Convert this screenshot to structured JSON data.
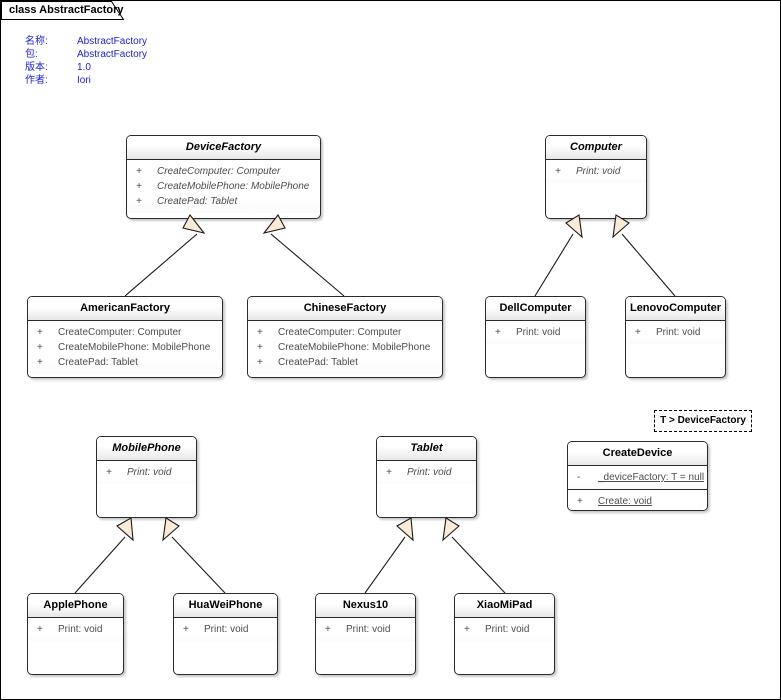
{
  "frame": {
    "tab_label": "class AbstractFactory"
  },
  "meta": {
    "rows": [
      {
        "key": "名称:",
        "value": "AbstractFactory"
      },
      {
        "key": "包:",
        "value": "AbstractFactory"
      },
      {
        "key": "版本:",
        "value": "1.0"
      },
      {
        "key": "作者:",
        "value": "Iori"
      }
    ]
  },
  "colors": {
    "meta_text": "#2222cc",
    "box_border": "#2b2b2b",
    "member_text": "#4d4d4d",
    "arrow_fill": "#faebd7",
    "connector": "#1a1a1a"
  },
  "classes": {
    "device_factory": {
      "name": "DeviceFactory",
      "abstract": true,
      "members": [
        {
          "visibility": "+",
          "text": "CreateComputer: Computer",
          "italic": true,
          "static": false
        },
        {
          "visibility": "+",
          "text": "CreateMobilePhone: MobilePhone",
          "italic": true,
          "static": false
        },
        {
          "visibility": "+",
          "text": "CreatePad: Tablet",
          "italic": true,
          "static": false
        }
      ]
    },
    "computer": {
      "name": "Computer",
      "abstract": true,
      "members": [
        {
          "visibility": "+",
          "text": "Print: void",
          "italic": true,
          "static": false
        }
      ]
    },
    "american_factory": {
      "name": "AmericanFactory",
      "abstract": false,
      "members": [
        {
          "visibility": "+",
          "text": "CreateComputer: Computer",
          "italic": false,
          "static": false
        },
        {
          "visibility": "+",
          "text": "CreateMobilePhone: MobilePhone",
          "italic": false,
          "static": false
        },
        {
          "visibility": "+",
          "text": "CreatePad: Tablet",
          "italic": false,
          "static": false
        }
      ]
    },
    "chinese_factory": {
      "name": "ChineseFactory",
      "abstract": false,
      "members": [
        {
          "visibility": "+",
          "text": "CreateComputer: Computer",
          "italic": false,
          "static": false
        },
        {
          "visibility": "+",
          "text": "CreateMobilePhone: MobilePhone",
          "italic": false,
          "static": false
        },
        {
          "visibility": "+",
          "text": "CreatePad: Tablet",
          "italic": false,
          "static": false
        }
      ]
    },
    "dell_computer": {
      "name": "DellComputer",
      "abstract": false,
      "members": [
        {
          "visibility": "+",
          "text": "Print: void",
          "italic": false,
          "static": false
        }
      ]
    },
    "lenovo_computer": {
      "name": "LenovoComputer",
      "abstract": false,
      "members": [
        {
          "visibility": "+",
          "text": "Print: void",
          "italic": false,
          "static": false
        }
      ]
    },
    "mobile_phone": {
      "name": "MobilePhone",
      "abstract": true,
      "members": [
        {
          "visibility": "+",
          "text": "Print: void",
          "italic": true,
          "static": false
        }
      ]
    },
    "tablet": {
      "name": "Tablet",
      "abstract": true,
      "members": [
        {
          "visibility": "+",
          "text": "Print: void",
          "italic": true,
          "static": false
        }
      ]
    },
    "create_device": {
      "name": "CreateDevice",
      "abstract": false,
      "template_parameter": "T > DeviceFactory",
      "attributes": [
        {
          "visibility": "-",
          "text": "_deviceFactory: T = null",
          "italic": false,
          "static": true
        }
      ],
      "operations": [
        {
          "visibility": "+",
          "text": "Create: void",
          "italic": false,
          "static": true
        }
      ]
    },
    "apple_phone": {
      "name": "ApplePhone",
      "abstract": false,
      "members": [
        {
          "visibility": "+",
          "text": "Print: void",
          "italic": false,
          "static": false
        }
      ]
    },
    "huawei_phone": {
      "name": "HuaWeiPhone",
      "abstract": false,
      "members": [
        {
          "visibility": "+",
          "text": "Print: void",
          "italic": false,
          "static": false
        }
      ]
    },
    "nexus10": {
      "name": "Nexus10",
      "abstract": false,
      "members": [
        {
          "visibility": "+",
          "text": "Print: void",
          "italic": false,
          "static": false
        }
      ]
    },
    "xiaomi_pad": {
      "name": "XiaoMiPad",
      "abstract": false,
      "members": [
        {
          "visibility": "+",
          "text": "Print: void",
          "italic": false,
          "static": false
        }
      ]
    }
  },
  "generalizations": [
    {
      "from": "AmericanFactory",
      "to": "DeviceFactory"
    },
    {
      "from": "ChineseFactory",
      "to": "DeviceFactory"
    },
    {
      "from": "DellComputer",
      "to": "Computer"
    },
    {
      "from": "LenovoComputer",
      "to": "Computer"
    },
    {
      "from": "ApplePhone",
      "to": "MobilePhone"
    },
    {
      "from": "HuaWeiPhone",
      "to": "MobilePhone"
    },
    {
      "from": "Nexus10",
      "to": "Tablet"
    },
    {
      "from": "XiaoMiPad",
      "to": "Tablet"
    }
  ]
}
